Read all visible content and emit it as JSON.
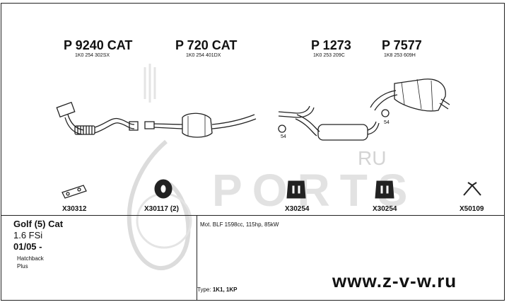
{
  "parts": [
    {
      "title": "P 9240 CAT",
      "code": "1K0 254 302SX"
    },
    {
      "title": "P 720 CAT",
      "code": "1K0 254 401DX"
    },
    {
      "title": "P 1273",
      "code": "1K0 253 209C"
    },
    {
      "title": "P 7577",
      "code": "1K8 253 609H"
    }
  ],
  "clamp_labels": [
    "54",
    "54"
  ],
  "accessories": [
    "X30312",
    "X30117 (2)",
    "X30254",
    "X30254",
    "X50109"
  ],
  "vehicle": {
    "model": "Golf (5) Cat",
    "engine": "1.6 FSi",
    "date": "01/05 -",
    "body_line1": "Hatchback",
    "body_line2": "Plus"
  },
  "motor": "Mot. BLF 1598cc, 115hp, 85kW",
  "type_label": "Type:",
  "type_value": "1K1, 1KP",
  "watermark": {
    "brand": "PORTS",
    "suffix": "RU"
  },
  "website": "www.z-v-w.ru",
  "colors": {
    "line": "#222222",
    "watermark": "#d4d4d4"
  }
}
